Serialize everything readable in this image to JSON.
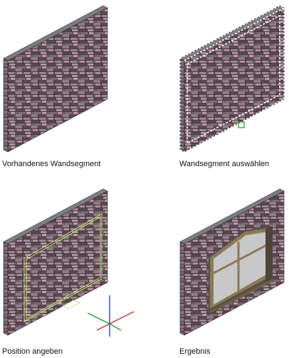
{
  "captions": {
    "step1": "Vorhandenes Wandsegment",
    "step2": "Wandsegment auswählen",
    "step3": "Position angeben",
    "step4": "Ergebnis"
  },
  "colors": {
    "stone_base": "#6e5a62",
    "stone_light": "#9a8a92",
    "stone_pink": "#b48aa0",
    "stone_dark": "#3c2f35",
    "wall_top": "#8a8a8a",
    "wall_side": "#4a4a4a",
    "selection": "#ffffff",
    "grip": "#1c9a1c",
    "placement": "#c8e07a",
    "axis_x": "#d23030",
    "axis_y": "#2aa02a",
    "axis_z": "#3040c8",
    "frame": "#7a6e52",
    "glass": "#c9c9c9"
  }
}
